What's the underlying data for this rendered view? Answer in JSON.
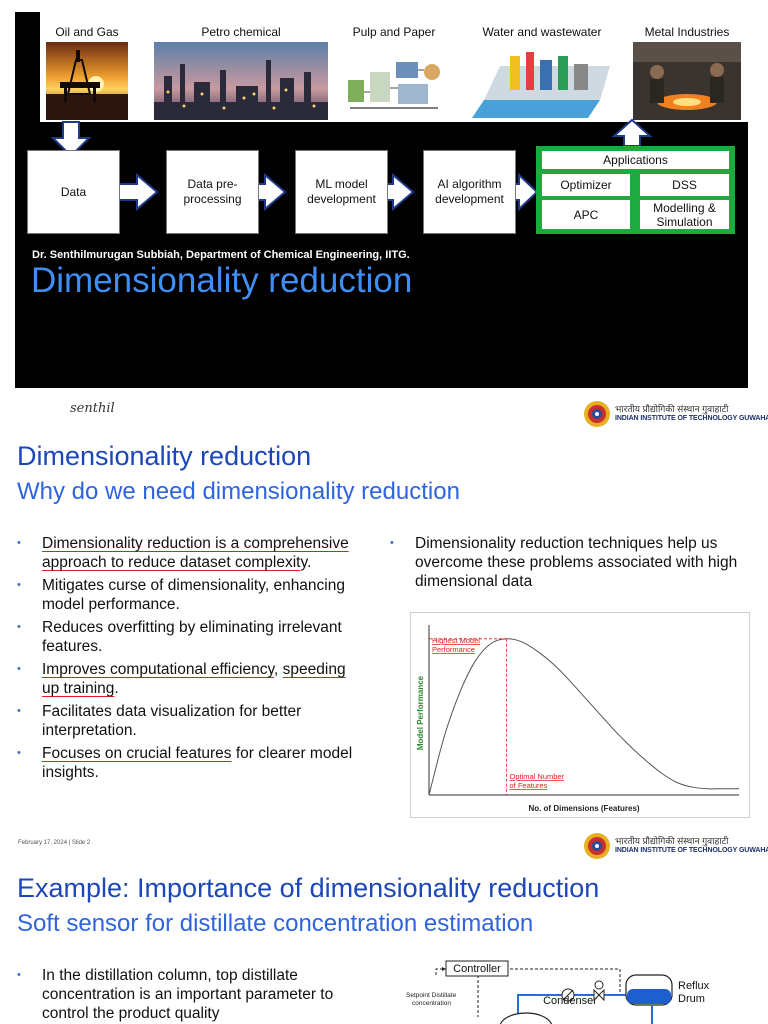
{
  "slide1": {
    "industries": [
      {
        "label": "Oil and Gas",
        "icon": "oil-rig-photo"
      },
      {
        "label": "Petro chemical",
        "icon": "refinery-photo"
      },
      {
        "label": "Pulp and Paper",
        "icon": "paper-mill-diagram"
      },
      {
        "label": "Water and wastewater",
        "icon": "water-plant-diagram"
      },
      {
        "label": "Metal Industries",
        "icon": "foundry-photo"
      }
    ],
    "flow": [
      "Data",
      "Data pre-\nprocessing",
      "ML model\ndevelopment",
      "AI algorithm\ndevelopment"
    ],
    "applications": {
      "title": "Applications",
      "items": [
        "Optimizer",
        "DSS",
        "APC",
        "Modelling &\nSimulation"
      ]
    },
    "author": "Dr. Senthilmurugan Subbiah, Department of Chemical Engineering, IITG.",
    "title": "Dimensionality reduction",
    "colors": {
      "background": "#000000",
      "title": "#3f8ef5",
      "applications_panel": "#1faa3f",
      "arrow": "#1e3a8a"
    }
  },
  "slide2": {
    "signature": "senthil",
    "logo": {
      "hindi": "भारतीय प्रौद्योगिकी संस्थान गुवाहाटी",
      "english": "INDIAN INSTITUTE OF TECHNOLOGY GUWAHATI"
    },
    "title": "Dimensionality reduction",
    "subtitle": "Why do we need dimensionality reduction",
    "bullets_left": [
      {
        "parts": [
          {
            "t": "Dimensionality reduction is a comprehensive approach to reduce dataset complexit",
            "u": true
          },
          {
            "t": "y.",
            "u": false
          }
        ]
      },
      {
        "parts": [
          {
            "t": "Mitigates curse of dimensionality, enhancing model performance.",
            "u": false
          }
        ]
      },
      {
        "parts": [
          {
            "t": "Reduces overfitting by eliminating irrelevant features.",
            "u": false
          }
        ]
      },
      {
        "parts": [
          {
            "t": "Improves computational efficiency",
            "u": true
          },
          {
            "t": ", ",
            "u": false
          },
          {
            "t": "speeding up training",
            "u": true
          },
          {
            "t": ".",
            "u": false
          }
        ]
      },
      {
        "parts": [
          {
            "t": "Facilitates data visualization for better interpretation.",
            "u": false
          }
        ]
      },
      {
        "parts": [
          {
            "t": "Focuses on crucial features",
            "u": true
          },
          {
            "t": " for clearer model insights.",
            "u": false
          }
        ]
      }
    ],
    "bullets_right": [
      "Dimensionality reduction techniques help us overcome these problems associated with high dimensional data"
    ],
    "footer": "February 17, 2024 | Slide 2",
    "colors": {
      "title": "#1d47b8",
      "subtitle": "#2f64df",
      "underline": "#e02020"
    }
  },
  "chart_data": {
    "type": "line",
    "xlabel": "No. of Dimensions (Features)",
    "ylabel": "Model Performance",
    "annotations": [
      {
        "text": "Highest Model\nPerformance",
        "at": "peak"
      },
      {
        "text": "Optimal Number\nof Features",
        "at": "peak-x"
      }
    ],
    "x": [
      0,
      5,
      10,
      15,
      20,
      25,
      30,
      35,
      40,
      45,
      50,
      55,
      60,
      65,
      70,
      75,
      80,
      85,
      90,
      95,
      100
    ],
    "y": [
      0.0,
      0.38,
      0.66,
      0.86,
      0.97,
      1.0,
      0.98,
      0.92,
      0.84,
      0.74,
      0.63,
      0.52,
      0.41,
      0.31,
      0.22,
      0.14,
      0.08,
      0.05,
      0.04,
      0.04,
      0.04
    ],
    "peak_x": 25,
    "xlim": [
      0,
      100
    ],
    "ylim": [
      0,
      1.05
    ],
    "grid": false,
    "colors": {
      "curve": "#555555",
      "axis": "#333333",
      "ylabel": "#2e8b2e",
      "annotation": "#e02020"
    }
  },
  "slide3": {
    "title": "Example: Importance of dimensionality reduction",
    "subtitle": "Soft sensor for distillate concentration estimation",
    "bullets": [
      "In the distillation column, top distillate concentration is an important parameter to control the product quality"
    ],
    "diagram": {
      "controller": "Controller",
      "setpoint": "Setpoint Distillate\nconcentration",
      "condenser": "Condenser",
      "reflux": "Reflux\nDrum"
    }
  }
}
